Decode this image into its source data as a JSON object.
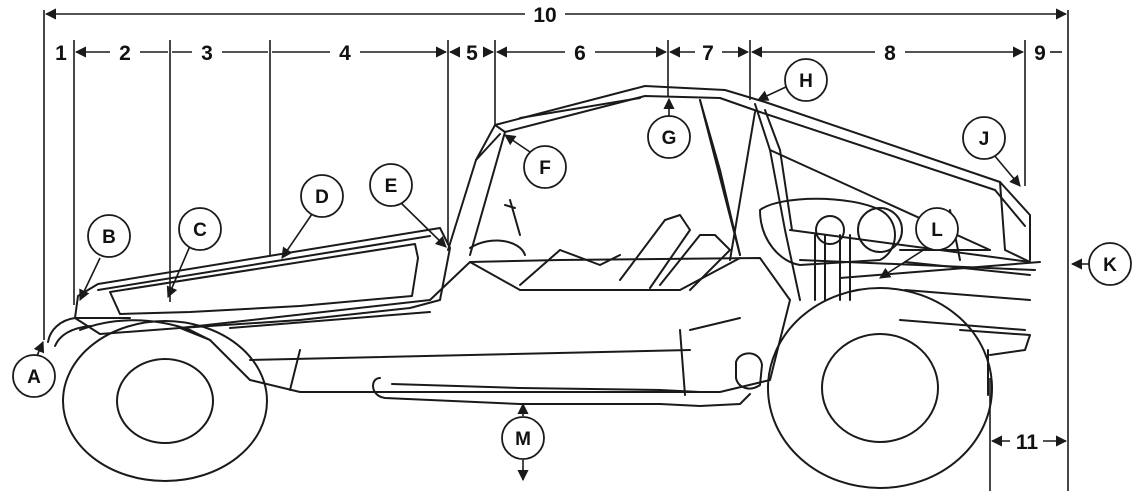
{
  "dimensions": [
    {
      "id": "d1",
      "label": "1"
    },
    {
      "id": "d2",
      "label": "2"
    },
    {
      "id": "d3",
      "label": "3"
    },
    {
      "id": "d4",
      "label": "4"
    },
    {
      "id": "d5",
      "label": "5"
    },
    {
      "id": "d6",
      "label": "6"
    },
    {
      "id": "d7",
      "label": "7"
    },
    {
      "id": "d8",
      "label": "8"
    },
    {
      "id": "d9",
      "label": "9"
    },
    {
      "id": "d10",
      "label": "10"
    },
    {
      "id": "d11",
      "label": "11"
    }
  ],
  "callouts": [
    {
      "id": "a",
      "label": "A"
    },
    {
      "id": "b",
      "label": "B"
    },
    {
      "id": "c",
      "label": "C"
    },
    {
      "id": "d",
      "label": "D"
    },
    {
      "id": "e",
      "label": "E"
    },
    {
      "id": "f",
      "label": "F"
    },
    {
      "id": "g",
      "label": "G"
    },
    {
      "id": "h",
      "label": "H"
    },
    {
      "id": "j",
      "label": "J"
    },
    {
      "id": "k",
      "label": "K"
    },
    {
      "id": "l",
      "label": "L"
    },
    {
      "id": "m",
      "label": "M"
    }
  ],
  "colors": {
    "ink": "#1a1a1a",
    "background": "#ffffff"
  }
}
